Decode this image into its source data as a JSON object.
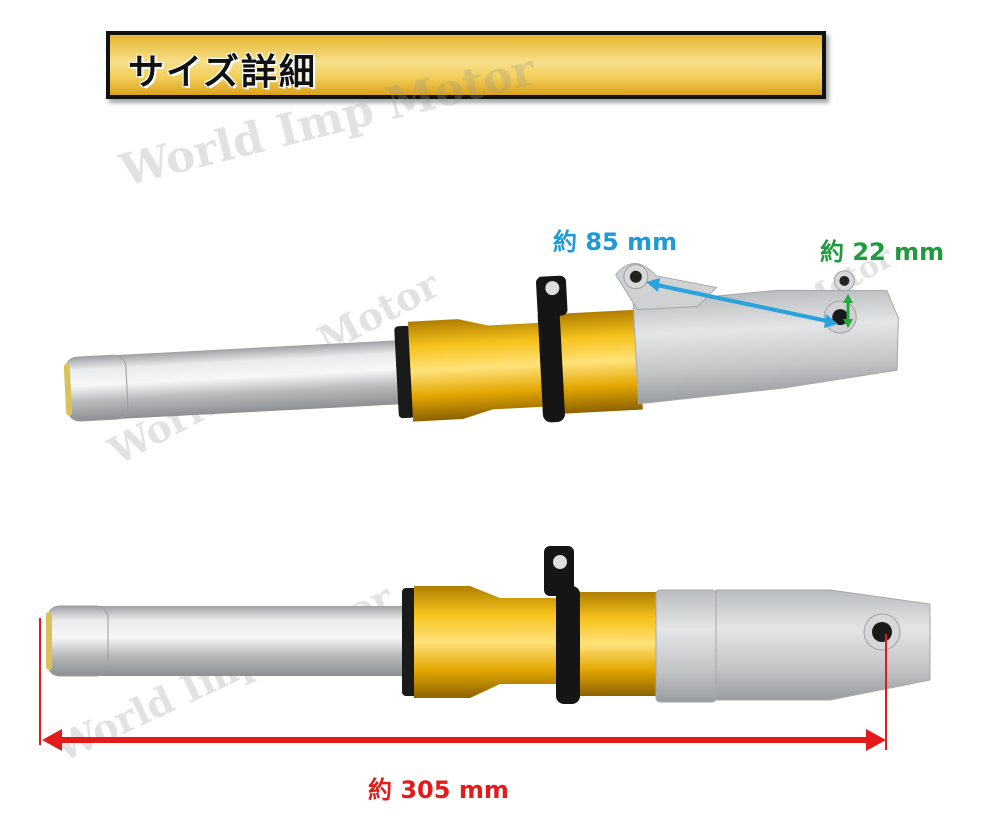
{
  "banner": {
    "title": "サイズ詳細"
  },
  "watermark": {
    "text": "World Imp Motor"
  },
  "dimensions": {
    "mount_hole_distance": {
      "prefix": "約",
      "value": "85 mm",
      "color": "#1e9ad6"
    },
    "hole_offset": {
      "prefix": "約",
      "value": "22 mm",
      "color": "#1f9a3c"
    },
    "total_length": {
      "prefix": "約",
      "value": "305 mm",
      "color": "#e31b1b"
    }
  },
  "colors": {
    "gold": "#e0a800",
    "silver": "#c9cbcd",
    "black": "#111111"
  }
}
